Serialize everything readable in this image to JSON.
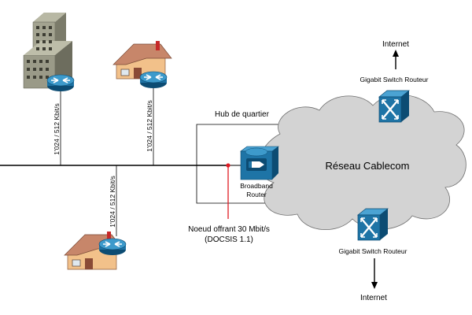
{
  "labels": {
    "hub": "Hub de quartier",
    "cloud": "Réseau Cablecom",
    "broadband_router": [
      "Broadband",
      "Router"
    ],
    "node": [
      "Noeud offrant 30 Mbit/s",
      "(DOCSIS 1.1)"
    ],
    "switch_top": "Gigabit Switch Routeur",
    "switch_bottom": "Gigabit Switch Routeur",
    "internet_top": "Internet",
    "internet_bottom": "Internet",
    "link_office": "1'024 / 512 Kbit/s",
    "link_house_top": "1'024 / 512 Kbit/s",
    "link_house_bottom": "1'024 / 512 Kbit/s"
  },
  "colors": {
    "router_blue": "#1e74a6",
    "router_dark": "#0c4c73",
    "cloud_fill": "#d3d3d3",
    "node_red": "#e01b24",
    "building_gray": "#9a9a88",
    "house_wall": "#f2c18a",
    "house_roof": "#c7866a"
  },
  "icons": [
    "office-building-icon",
    "house-icon",
    "router-icon",
    "broadband-router-icon",
    "gigabit-switch-icon",
    "cloud-icon"
  ]
}
